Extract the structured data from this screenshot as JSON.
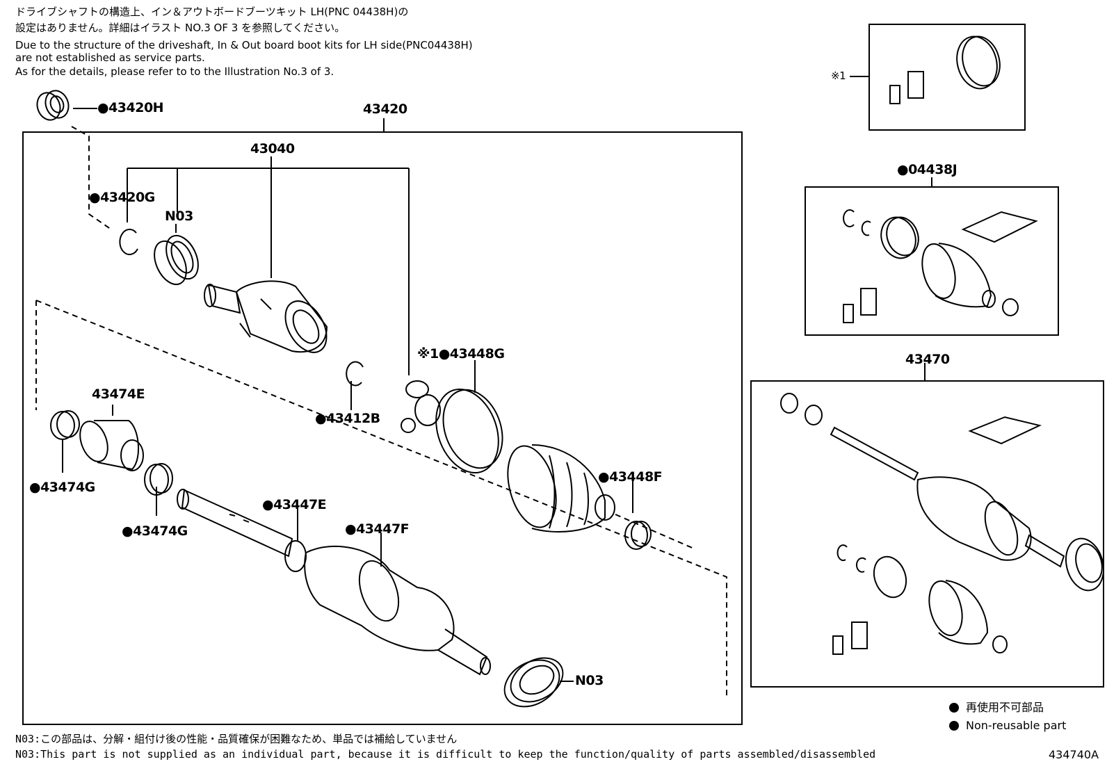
{
  "header_notes": {
    "jp_line1": "ドライブシャフトの構造上、イン＆アウトボードブーツキット LH(PNC 04438H)の",
    "jp_line2": "設定はありません。詳細はイラスト NO.3 OF 3 を参照してください。",
    "en_line1": "Due to the structure of the driveshaft, In & Out board  boot kits for LH side(PNC04438H)",
    "en_line2": "are not established as service parts.",
    "en_line3": "As for the details, please refer to to the Illustration No.3 of 3."
  },
  "labels": {
    "p43420H": "●43420H",
    "p43420": "43420",
    "p43040": "43040",
    "p43420G": "●43420G",
    "pN03_top": "N03",
    "p43448G": "※1●43448G",
    "p43412B": "●43412B",
    "p43474E": "43474E",
    "p43474G_a": "●43474G",
    "p43474G_b": "●43474G",
    "p43447E": "●43447E",
    "p43447F": "●43447F",
    "p43448F": "●43448F",
    "pN03_bottom": "N03",
    "ref1": "※1",
    "p04438J": "●04438J",
    "p43470": "43470"
  },
  "legend": {
    "jp": "再使用不可部品",
    "en": "Non-reusable part"
  },
  "footer": {
    "jp": "N03:この部品は、分解・組付け後の性能・品質確保が困難なため、単品では補給していません",
    "en": "N03:This part is not supplied as an individual part, because it is difficult to keep the function/quality of parts assembled/disassembled",
    "diagram_id": "434740A"
  }
}
